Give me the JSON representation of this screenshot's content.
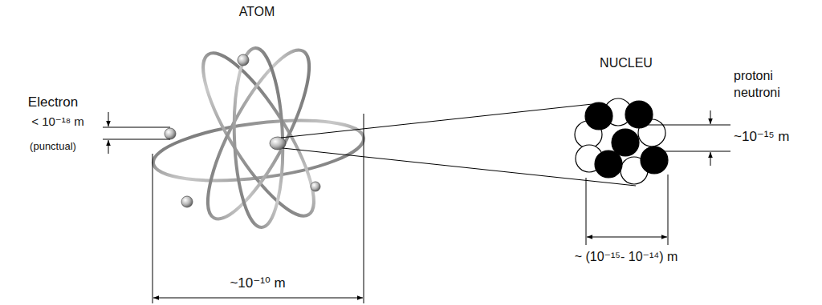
{
  "diagram": {
    "labels": [
      "ATOM",
      "NUCLEU",
      "Electron",
      "< 10⁻¹⁸ m",
      "(punctual)",
      "protoni",
      "neutroni",
      "~10⁻¹⁵ m",
      "~ (10⁻¹⁵- 10⁻¹⁴) m",
      "~10⁻¹⁰ m"
    ]
  }
}
